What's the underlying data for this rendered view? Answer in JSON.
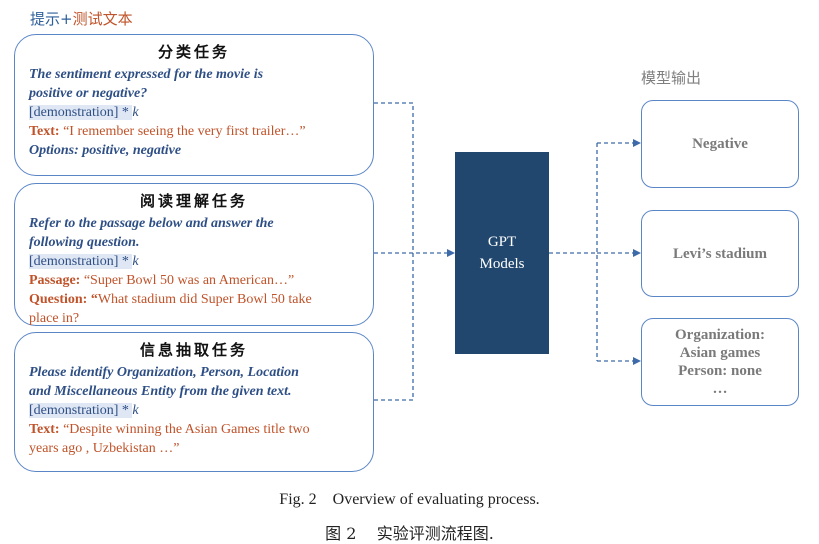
{
  "legend": {
    "prompt_part": "提示+",
    "text_part": "测试文本"
  },
  "tasks": [
    {
      "title": "分类任务",
      "prompt_lines": [
        "The sentiment expressed for the movie is",
        "positive or negative?"
      ],
      "demo": "[demonstration] * ",
      "k": "k",
      "field_label": "Text:",
      "field_value": " “I remember seeing the very first trailer…”",
      "options_line": "Options: positive, negative"
    },
    {
      "title": "阅读理解任务",
      "prompt_lines": [
        "Refer to the passage below and answer the",
        "following question."
      ],
      "demo": "[demonstration] * ",
      "k": "k",
      "field_label": "Passage:",
      "field_value": " “Super Bowl 50 was an American…”",
      "question_label": "Question: “",
      "question_lines": [
        "What stadium did Super Bowl 50 take",
        "place in?"
      ]
    },
    {
      "title": "信息抽取任务",
      "prompt_lines": [
        "Please identify Organization, Person, Location",
        "and Miscellaneous Entity from the given text."
      ],
      "demo": "[demonstration] * ",
      "k": "k",
      "field_label": "Text:",
      "field_lines": [
        " “Despite winning the Asian Games title two",
        "years ago , Uzbekistan …”"
      ]
    }
  ],
  "model": {
    "line1": "GPT",
    "line2": "Models"
  },
  "output_label": "模型输出",
  "outputs": [
    {
      "lines": [
        "Negative"
      ]
    },
    {
      "lines": [
        "Levi’s stadium"
      ]
    },
    {
      "lines": [
        "Organization:",
        "Asian games",
        "Person: none",
        "…"
      ]
    }
  ],
  "caption_en": "Fig. 2    Overview of evaluating process.",
  "caption_zh": "图 2    实验评测流程图."
}
